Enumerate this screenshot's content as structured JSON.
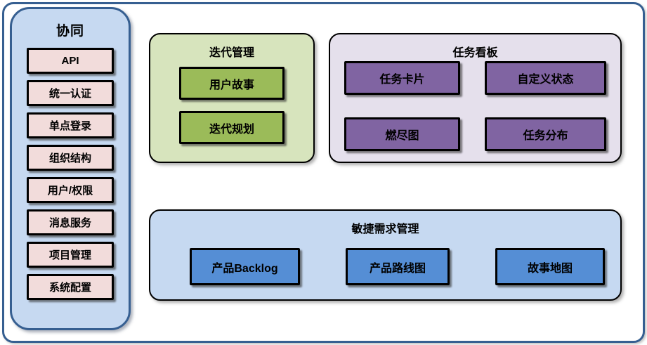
{
  "diagram": {
    "sidebar": {
      "title": "协同",
      "items": [
        "API",
        "统一认证",
        "单点登录",
        "组织结构",
        "用户/权限",
        "消息服务",
        "项目管理",
        "系统配置"
      ]
    },
    "groups": {
      "iteration": {
        "title": "迭代管理",
        "items": [
          "用户故事",
          "迭代规划"
        ]
      },
      "kanban": {
        "title": "任务看板",
        "items": [
          "任务卡片",
          "自定义状态",
          "燃尽图",
          "任务分布"
        ]
      },
      "agile": {
        "title": "敏捷需求管理",
        "items": [
          "产品Backlog",
          "产品路线图",
          "故事地图"
        ]
      }
    },
    "colors": {
      "frame_border": "#365f91",
      "sidebar_bg": "#c6d9f1",
      "sidebar_item_bg": "#f2dcdb",
      "iteration_bg": "#d7e4bd",
      "iteration_item_bg": "#9bbb59",
      "kanban_bg": "#e5e0ec",
      "kanban_item_bg": "#8064a2",
      "agile_bg": "#c6d9f1",
      "agile_item_bg": "#558ed5",
      "item_border": "#000000"
    }
  }
}
